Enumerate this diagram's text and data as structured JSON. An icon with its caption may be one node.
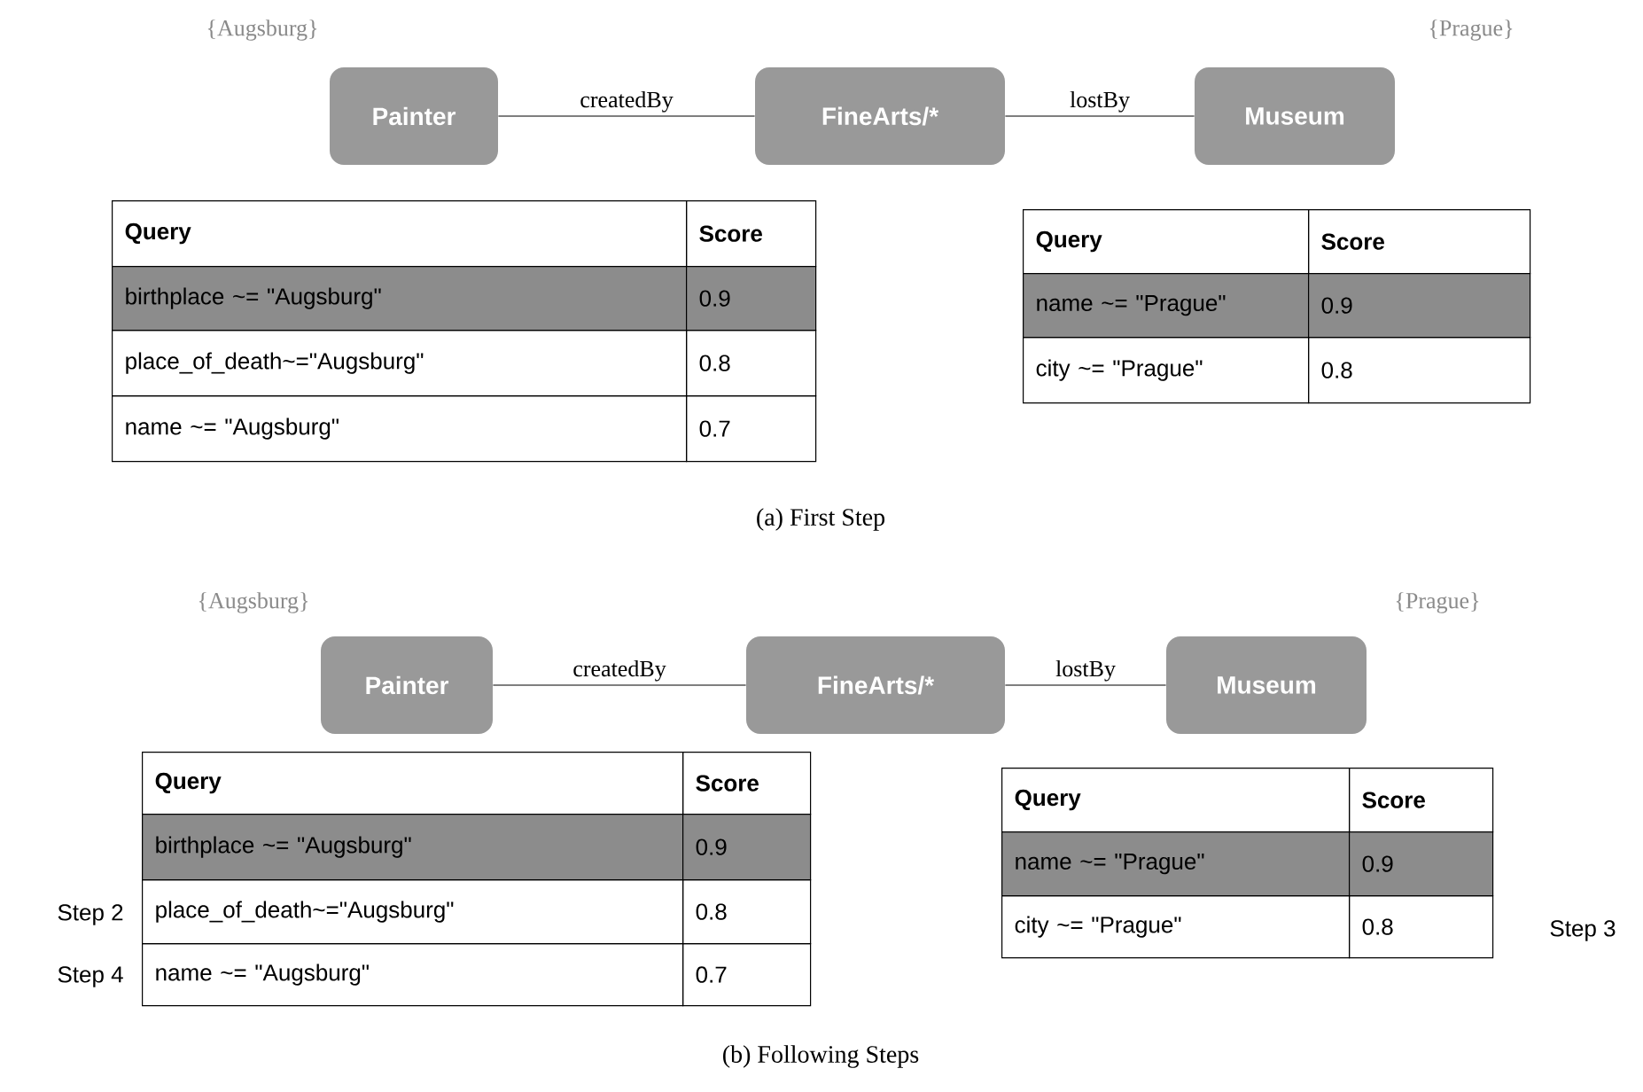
{
  "diagram": {
    "nodes": [
      {
        "text": [
          "Painter"
        ]
      },
      {
        "text": [
          "FineArts/*"
        ]
      },
      {
        "text": [
          "Museum"
        ]
      },
      {
        "text": [
          "Painter"
        ]
      },
      {
        "text": [
          "FineArts/*"
        ]
      },
      {
        "text": [
          "Museum"
        ]
      }
    ],
    "edges": [
      {
        "from": 0,
        "to": 1,
        "arrow": "none",
        "label": "createdBy"
      },
      {
        "from": 1,
        "to": 2,
        "arrow": "none",
        "label": "lostBy"
      },
      {
        "from": 3,
        "to": 4,
        "arrow": "none",
        "label": "createdBy"
      },
      {
        "from": 4,
        "to": 5,
        "arrow": "none",
        "label": "lostBy"
      }
    ],
    "labels": [
      "{Augsburg}",
      "{Prague}",
      "Query",
      "Score",
      "birthplace ~= \"Augsburg\"",
      "0.9",
      "place_of_death~=\"Augsburg\"",
      "0.8",
      "name ~= \"Augsburg\"",
      "0.7",
      "Query",
      "Score",
      "name ~= \"Prague\"",
      "0.9",
      "city ~= \"Prague\"",
      "0.8",
      "(a) First Step",
      "{Augsburg}",
      "{Prague}",
      "Query",
      "Score",
      "birthplace ~= \"Augsburg\"",
      "0.9",
      "place_of_death~=\"Augsburg\"",
      "0.8",
      "name ~= \"Augsburg\"",
      "0.7",
      "Query",
      "Score",
      "name ~= \"Prague\"",
      "0.9",
      "city ~= \"Prague\"",
      "0.8",
      "Step 2",
      "Step 4",
      "Step 3",
      "(b) Following Steps"
    ]
  }
}
